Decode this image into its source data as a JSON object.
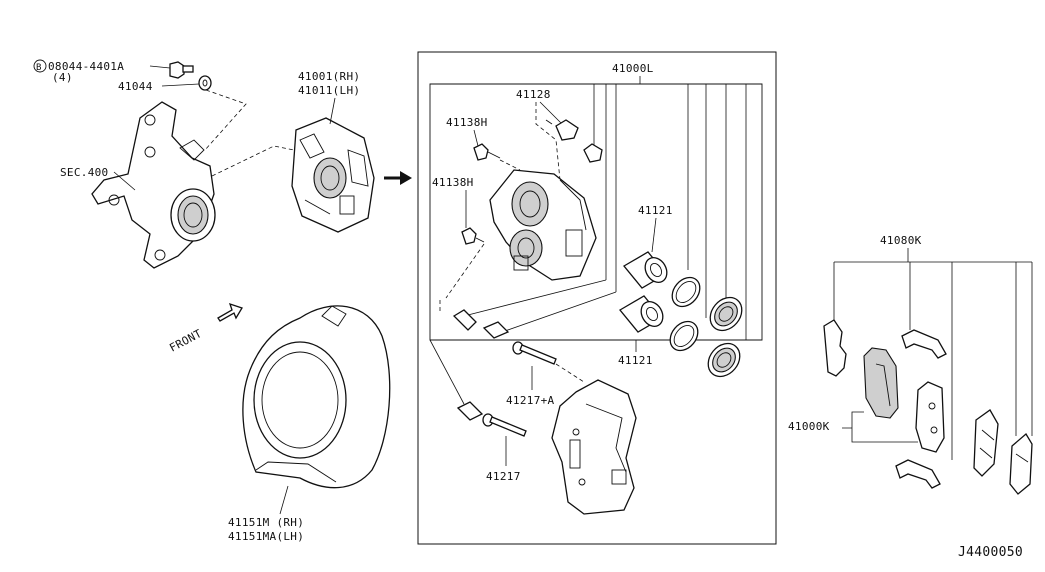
{
  "labels": {
    "bolt": "08044-4401A",
    "bolt_qty": "(4)",
    "bolt_circle": "B",
    "washer": "41044",
    "sec": "SEC.400",
    "caliper_rh": "41001(RH)",
    "caliper_lh": "41011(LH)",
    "front": "FRONT",
    "plate_rh": "41151M (RH)",
    "plate_lh": "41151MA(LH)",
    "kit": "41000L",
    "bleeder": "41128",
    "bolt_h_upper": "41138H",
    "bolt_h_lower": "41138H",
    "piston_upper": "41121",
    "piston_lower": "41121",
    "pin_a": "41217+A",
    "pin": "41217",
    "hardware": "41080K",
    "pads": "41000K",
    "diagram_id": "J4400050"
  }
}
